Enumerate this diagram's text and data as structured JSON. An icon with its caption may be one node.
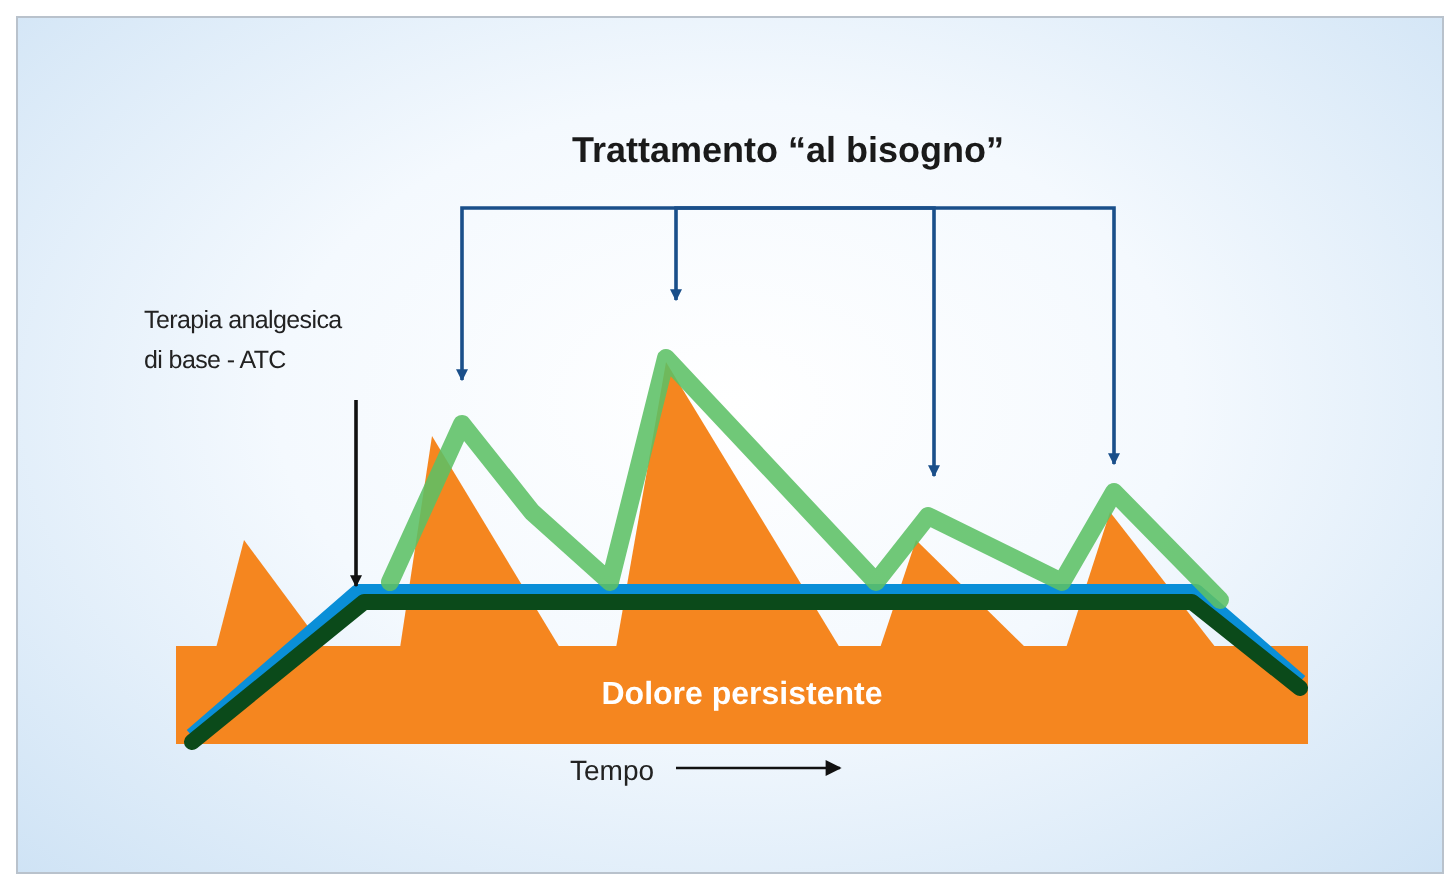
{
  "diagram": {
    "nodes": [
      {
        "text": [
          "Trattamento “al bisogno”"
        ]
      },
      {
        "text": [
          "Terapia analgesica di base - ATC"
        ]
      },
      {
        "text": [
          "Dolore persistente"
        ]
      }
    ],
    "edges": [
      {
        "from": 0,
        "to": null,
        "arrow": "to"
      },
      {
        "from": 0,
        "to": null,
        "arrow": "to"
      },
      {
        "from": 0,
        "to": null,
        "arrow": "to"
      },
      {
        "from": 0,
        "to": null,
        "arrow": "to"
      },
      {
        "from": 1,
        "to": null,
        "arrow": "to",
        "color": "#111111"
      }
    ],
    "labels": [
      "Tempo"
    ]
  }
}
